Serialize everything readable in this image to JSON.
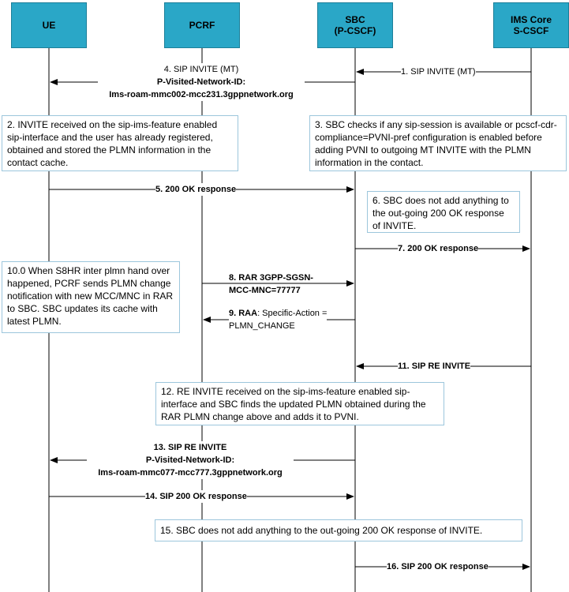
{
  "actors": [
    {
      "name": "UE"
    },
    {
      "name": "PCRF"
    },
    {
      "name": "SBC",
      "sub": "(P-CSCF)"
    },
    {
      "name": "IMS Core",
      "sub": "S-CSCF"
    }
  ],
  "messages": {
    "m1": "1. SIP INVITE (MT)",
    "m4": {
      "l1": "4. SIP INVITE (MT)",
      "l2": "P-Visited-Network-ID:",
      "l3": "Ims-roam-mmc002-mcc231.3gppnetwork.org"
    },
    "m5": "5. 200 OK response",
    "m7": "7. 200 OK response",
    "m8": {
      "l1": "8. RAR 3GPP-SGSN-",
      "l2": "MCC-MNC=77777"
    },
    "m9": {
      "l1_bold": "9. RAA",
      "l1_rest": ": Specific-Action =",
      "l2": "PLMN_CHANGE"
    },
    "m11": "11. SIP RE INVITE",
    "m13": {
      "l1": "13. SIP RE INVITE",
      "l2": "P-Visited-Network-ID:",
      "l3": "Ims-roam-mmc077-mcc777.3gppnetwork.org"
    },
    "m14": "14. SIP 200 OK response",
    "m16": "16. SIP 200 OK response"
  },
  "notes": {
    "n2": "2. INVITE received on the sip-ims-feature enabled sip-interface and the user has already registered, obtained and stored the PLMN information in the contact cache.",
    "n3": "3. SBC checks if any sip-session is available or pcscf-cdr-compliance=PVNI-pref configuration is enabled before adding PVNI to outgoing MT INVITE with the PLMN information in the contact.",
    "n6": "6. SBC does not add anything to the out-going 200 OK response of INVITE.",
    "n10": "10.0 When S8HR inter plmn hand over happened, PCRF sends PLMN change notification with new MCC/MNC in RAR to SBC. SBC updates its cache with latest PLMN.",
    "n12": "12. RE INVITE received on the sip-ims-feature enabled sip-interface and SBC finds the updated PLMN obtained during the RAR PLMN change above and adds it to PVNI.",
    "n15": "15. SBC does not add anything to the out-going 200 OK response of INVITE."
  },
  "colors": {
    "actor_fill": "#2aa7c7",
    "note_border": "#9cc6dc",
    "line": "#000000"
  }
}
